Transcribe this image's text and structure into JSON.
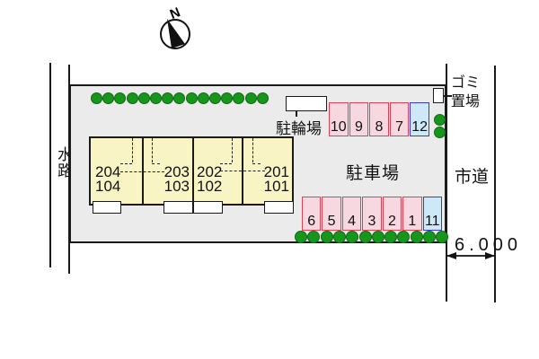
{
  "compass": {
    "north_label": "N"
  },
  "labels": {
    "waterway": "水路",
    "city_road": "市道",
    "parking_lot": "駐車場",
    "bicycle_parking": "駐輪場",
    "garbage_line1": "ゴミ",
    "garbage_line2": "置場",
    "road_width": "6.000"
  },
  "building": {
    "units": [
      {
        "upper": "204",
        "lower": "104",
        "align": "left"
      },
      {
        "upper": "203",
        "lower": "103",
        "align": "right"
      },
      {
        "upper": "202",
        "lower": "102",
        "align": "left"
      },
      {
        "upper": "201",
        "lower": "101",
        "align": "right"
      }
    ]
  },
  "parking": {
    "top_row_stalls": [
      {
        "label": "10",
        "type": "red"
      },
      {
        "label": "9",
        "type": "red"
      },
      {
        "label": "8",
        "type": "red"
      },
      {
        "label": "7",
        "type": "red"
      },
      {
        "label": "12",
        "type": "blue"
      }
    ],
    "bottom_row_stalls": [
      {
        "label": "6",
        "type": "red"
      },
      {
        "label": "5",
        "type": "red"
      },
      {
        "label": "4",
        "type": "red"
      },
      {
        "label": "3",
        "type": "red"
      },
      {
        "label": "2",
        "type": "red"
      },
      {
        "label": "1",
        "type": "red"
      },
      {
        "label": "11",
        "type": "blue"
      }
    ]
  },
  "trees": {
    "top_row_count": 15,
    "bottom_row_count": 12,
    "right_column_count": 2
  },
  "colors": {
    "ground": "#ebebeb",
    "building_fill": "#f9f4c4",
    "stall_red_fill": "#f8d8e0",
    "stall_red_border": "#dc4156",
    "stall_blue_fill": "#cfe8f7",
    "stall_blue_border": "#3a3acb",
    "tree_fill": "#18951c",
    "tree_border": "#0b6b10",
    "line": "#1a1a1a"
  }
}
